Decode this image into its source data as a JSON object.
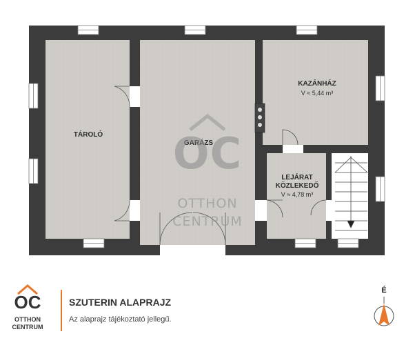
{
  "rooms": {
    "taroló": {
      "name": "TÁROLÓ"
    },
    "garazs": {
      "name": "GARÁZS"
    },
    "kazanhaz": {
      "name": "KAZÁNHÁZ",
      "volume": "V ≈ 5,44 m³"
    },
    "lejarat": {
      "name_line1": "LEJÁRAT",
      "name_line2": "KÖZLEKEDŐ",
      "volume": "V ≈ 4,78 m³"
    }
  },
  "watermark": {
    "monogram": "OC",
    "line1": "OTTHON",
    "line2": "CENTRUM"
  },
  "footer": {
    "logo_monogram": "OC",
    "logo_line1": "OTTHON",
    "logo_line2": "CENTRUM",
    "title": "SZUTERIN ALAPRAJZ",
    "subtitle": "Az alaprajz tájékoztató jellegű."
  },
  "compass": {
    "north_label": "É"
  },
  "colors": {
    "wall": "#3c3c3c",
    "floor": "#cdcac5",
    "accent": "#e8762c"
  }
}
